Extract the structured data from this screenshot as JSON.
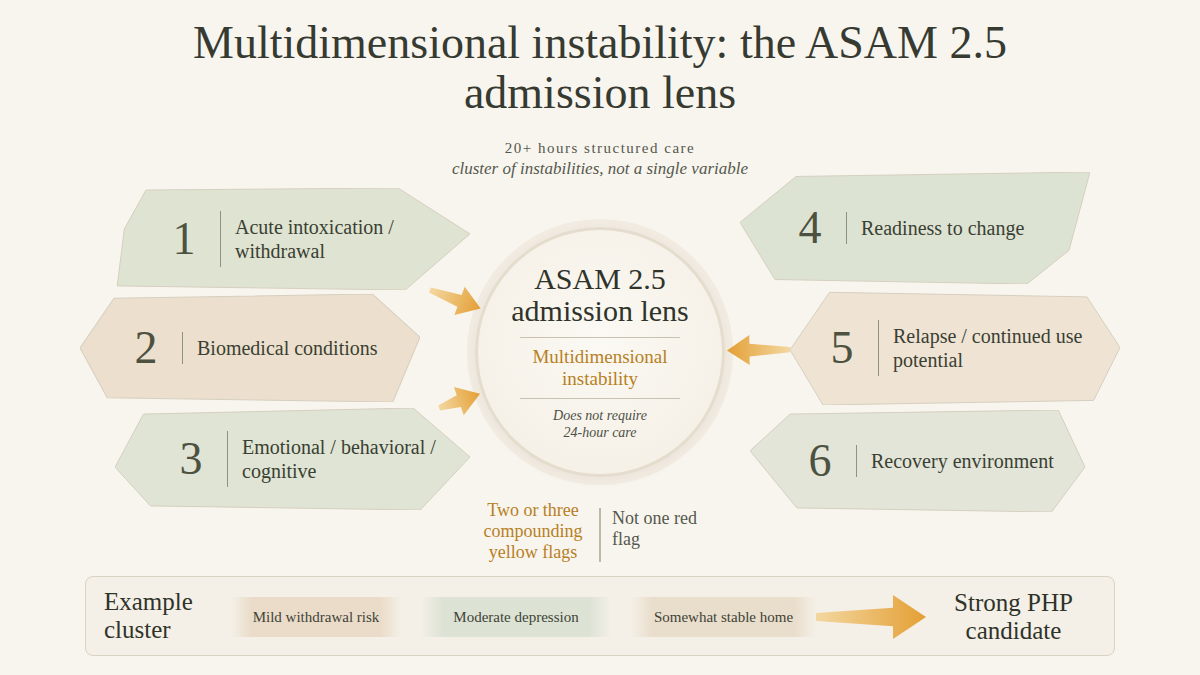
{
  "diagram": {
    "title": "Multidimensional instability: the ASAM 2.5 admission lens",
    "nodes": [
      {
        "text": [
          "1",
          "Acute intoxication / withdrawal"
        ]
      },
      {
        "text": [
          "2",
          "Biomedical conditions"
        ]
      },
      {
        "text": [
          "3",
          "Emotional / behavioral / cognitive"
        ]
      },
      {
        "text": [
          "ASAM 2.5 admission lens",
          "Multidimensional instability",
          "Does not require 24-hour care"
        ]
      },
      {
        "text": [
          "4",
          "Readiness to change"
        ]
      },
      {
        "text": [
          "5",
          "Relapse / continued use potential"
        ]
      },
      {
        "text": [
          "6",
          "Recovery environment"
        ]
      },
      {
        "text": [
          "Example cluster"
        ]
      },
      {
        "text": [
          "Mild withdrawal risk"
        ],
        "in": 7
      },
      {
        "text": [
          "Moderate depression"
        ],
        "in": 7
      },
      {
        "text": [
          "Somewhat stable home"
        ],
        "in": 7
      },
      {
        "text": [
          "Strong PHP candidate"
        ],
        "in": 7
      }
    ],
    "edges": [
      {
        "from": 0,
        "to": 3,
        "arrow": "to"
      },
      {
        "from": 2,
        "to": 3,
        "arrow": "to"
      },
      {
        "from": 5,
        "to": 3,
        "arrow": "to"
      },
      {
        "from": 10,
        "to": 11,
        "arrow": "to"
      }
    ],
    "labels": [
      "20+ hours structured care",
      "cluster of instabilities, not a single variable",
      "Two or three compounding yellow flags",
      "Not one red flag"
    ]
  }
}
